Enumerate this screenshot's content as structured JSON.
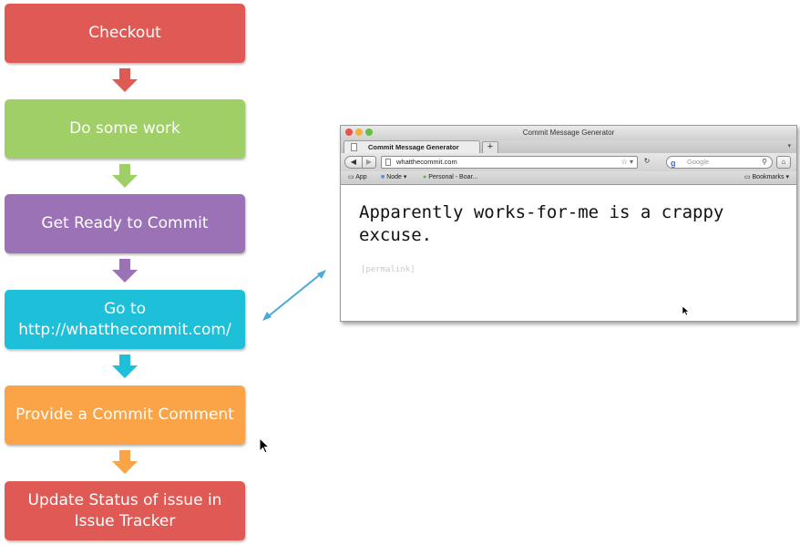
{
  "steps": [
    {
      "lines": [
        "Checkout"
      ],
      "color": "#e05a55"
    },
    {
      "lines": [
        "Do some work"
      ],
      "color": "#9fcf66"
    },
    {
      "lines": [
        "Get Ready to Commit"
      ],
      "color": "#9b72b6"
    },
    {
      "lines": [
        "Go to",
        "http://whatthecommit.com/"
      ],
      "color": "#1ebfd8"
    },
    {
      "lines": [
        "Provide a Commit Comment"
      ],
      "color": "#fba447"
    },
    {
      "lines": [
        "Update Status of issue in",
        "Issue Tracker"
      ],
      "color": "#e05a55"
    }
  ],
  "connector_color": "#4aa9d8",
  "browser": {
    "window_title": "Commit Message Generator",
    "tab_label": "Commit Message Generator",
    "new_tab": "+",
    "url": "whatthecommit.com",
    "search_placeholder": "Google",
    "bookmarks": {
      "app": "App",
      "node": "Node",
      "personal": "Personal - Boar...",
      "menu": "Bookmarks"
    },
    "message": "Apparently works-for-me is a crappy excuse.",
    "permalink": "[permalink]"
  }
}
